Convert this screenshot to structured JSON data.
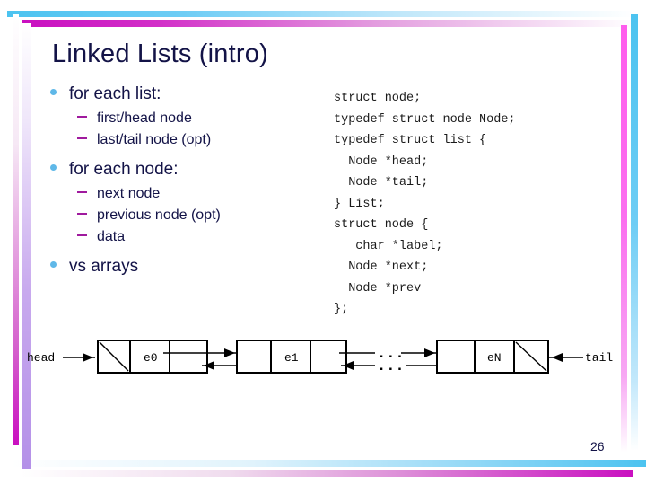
{
  "slide": {
    "title": "Linked Lists (intro)",
    "page_number": "26"
  },
  "theme": {
    "title_color": "#131347",
    "bullet_dot_color": "#5fb8e8",
    "dash_color": "#a01a9e",
    "accent_blue": "#4cc3f0",
    "accent_magenta": "#c90fc0",
    "accent_lilac": "#b490e8",
    "accent_pink": "#ff5ced"
  },
  "bullets": [
    {
      "level": 1,
      "text": "for each list:"
    },
    {
      "level": 2,
      "text": "first/head node"
    },
    {
      "level": 2,
      "text": "last/tail node (opt)"
    },
    {
      "level": 1,
      "text": "for each node:"
    },
    {
      "level": 2,
      "text": "next node"
    },
    {
      "level": 2,
      "text": "previous node (opt)"
    },
    {
      "level": 2,
      "text": "data"
    },
    {
      "level": 1,
      "text": "vs arrays"
    }
  ],
  "code": {
    "language": "c",
    "lines": [
      "struct node;",
      "typedef struct node Node;",
      "typedef struct list {",
      "  Node *head;",
      "  Node *tail;",
      "} List;",
      "struct node {",
      "   char *label;",
      "  Node *next;",
      "  Node *prev",
      "};"
    ]
  },
  "diagram": {
    "type": "doubly-linked-list",
    "head_label": "head",
    "tail_label": "tail",
    "ellipsis_upper": "...",
    "ellipsis_lower": "...",
    "nodes": [
      {
        "id": "n0",
        "label": "e0",
        "prev": "null",
        "next": "n1"
      },
      {
        "id": "n1",
        "label": "e1",
        "prev": "n0",
        "next": "more"
      },
      {
        "id": "nN",
        "label": "eN",
        "prev": "more",
        "next": "null"
      }
    ]
  }
}
